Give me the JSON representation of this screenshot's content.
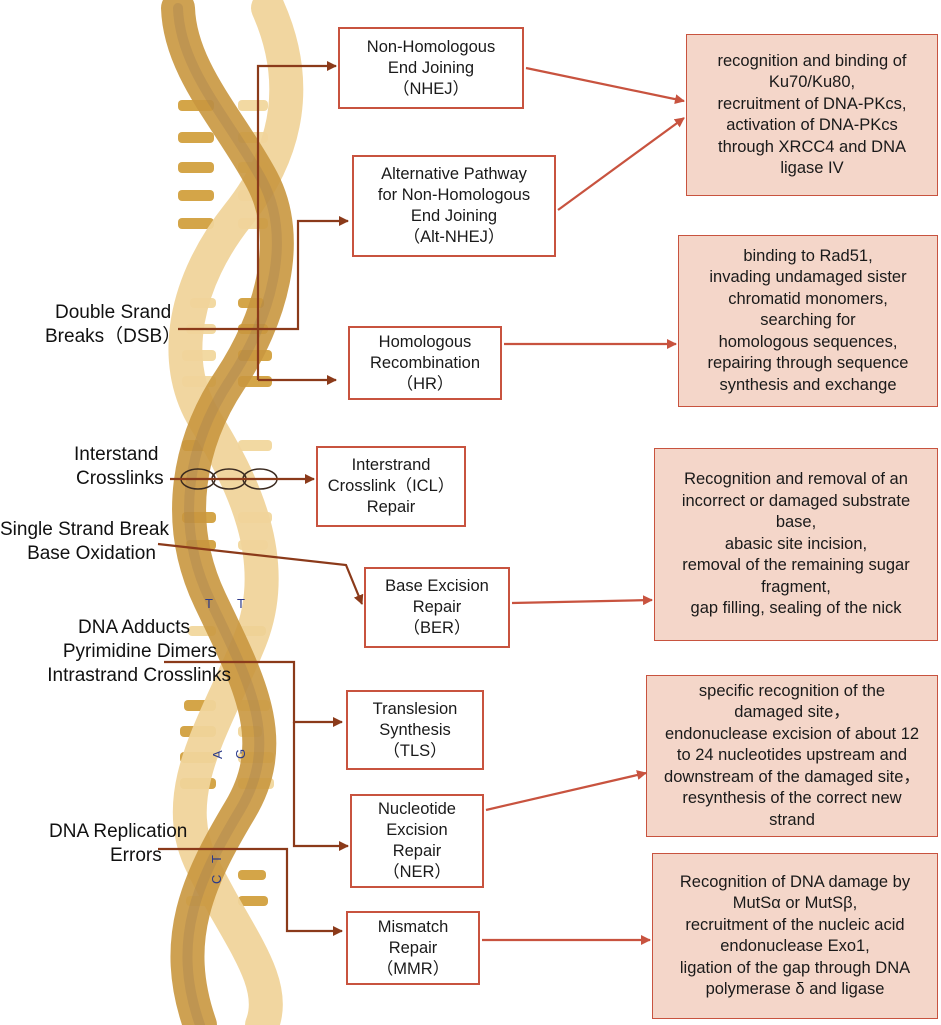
{
  "damage_types": {
    "dsb_1": "Double Srand",
    "dsb_2": "Breaks（DSB）",
    "icl_1": "Interstand",
    "icl_2": "Crosslinks",
    "ssb_1": "Single Strand Break",
    "ssb_2": "Base Oxidation",
    "add_1": "DNA Adducts",
    "add_2": "Pyrimidine Dimers",
    "add_3": "Intrastrand Crosslinks",
    "rep_1": "DNA Replication",
    "rep_2": "Errors"
  },
  "pathways": {
    "nhej": "Non-Homologous\nEnd Joining\n（NHEJ）",
    "alt_nhej": "Alternative Pathway\nfor Non-Homologous\nEnd Joining\n（Alt-NHEJ）",
    "hr": "Homologous\nRecombination\n（HR）",
    "icl": "Interstrand\nCrosslink（ICL）\nRepair",
    "ber": "Base Excision\nRepair\n（BER）",
    "tls": "Translesion\nSynthesis\n（TLS）",
    "ner": "Nucleotide\nExcision\nRepair\n（NER）",
    "mmr": "Mismatch\nRepair\n（MMR）"
  },
  "descriptions": {
    "nhej": "recognition and binding of\nKu70/Ku80,\nrecruitment of DNA-PKcs,\nactivation of DNA-PKcs\nthrough XRCC4 and DNA\nligase IV",
    "hr": "binding to Rad51,\ninvading undamaged sister\nchromatid monomers,\nsearching for\nhomologous sequences,\nrepairing through sequence\nsynthesis and exchange",
    "ber": "Recognition and removal of an\nincorrect or damaged substrate\nbase,\nabasic site incision,\nremoval of the remaining sugar\nfragment,\ngap filling, sealing of the nick",
    "ner": "specific recognition of the\ndamaged site，\nendonuclease excision of about 12\nto 24 nucleotides upstream and\ndownstream of the damaged site，\nresynthesis of the correct new\nstrand",
    "mmr": "Recognition of DNA damage by\nMutSα or MutSβ,\nrecruitment of the nucleic acid\nendonuclease Exo1,\nligation of the gap through DNA\npolymerase δ and ligase"
  },
  "helix_letters": [
    "T",
    "T",
    "A",
    "G",
    "T",
    "C"
  ],
  "colors": {
    "box_border": "#c8533f",
    "desc_fill": "#f4d6c9",
    "arrow_red": "#c8533f",
    "arrow_brown": "#8b3a1a",
    "helix_dark": "#c9973f",
    "helix_light": "#f0d49b",
    "base_letters": "#2b3a8a"
  }
}
